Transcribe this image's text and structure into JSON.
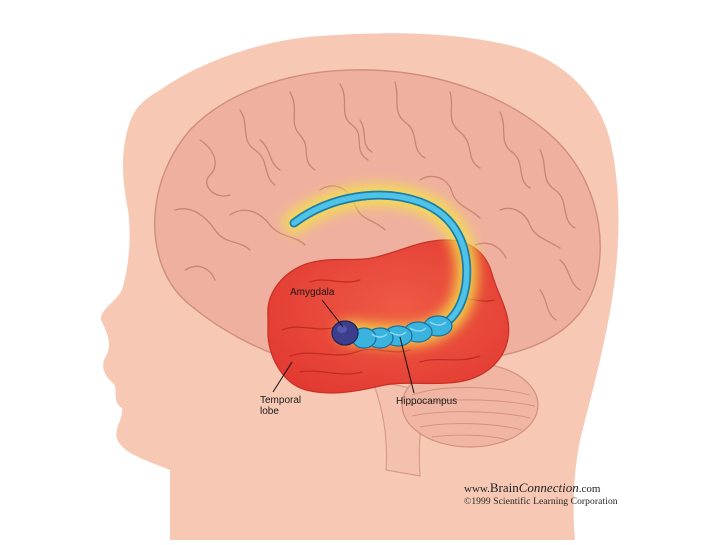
{
  "labels": {
    "amygdala": "Amygdala",
    "temporal_lobe_line1": "Temporal",
    "temporal_lobe_line2": "lobe",
    "hippocampus": "Hippocampus"
  },
  "credit": {
    "url_prefix": "www.",
    "url_brand": "Brain",
    "url_brand_italic": "Connection",
    "url_suffix": ".com",
    "copyright": "©1999 Scientific Learning Corporation"
  },
  "colors": {
    "skin": "#f7c9b4",
    "brain": "#efb09f",
    "temporal_lobe": "#e8483a",
    "hippocampus": "#3ab3df",
    "amygdala": "#3d3f8e",
    "glow": "#f3e24a"
  }
}
